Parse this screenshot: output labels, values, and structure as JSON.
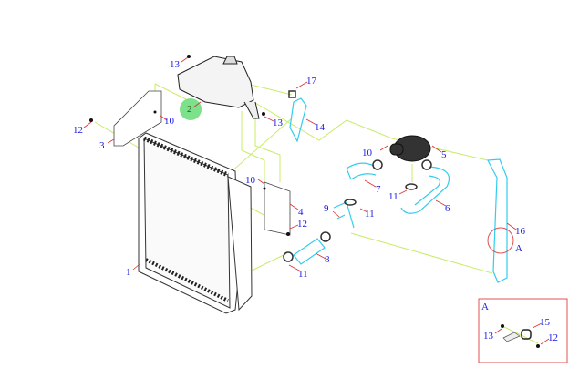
{
  "diagram": {
    "callouts": [
      "13",
      "2",
      "17",
      "10",
      "12",
      "3",
      "13",
      "14",
      "10",
      "5",
      "10",
      "7",
      "11",
      "6",
      "4",
      "9",
      "11",
      "12",
      "16",
      "A",
      "8",
      "1",
      "11"
    ],
    "detail_view": {
      "title": "A",
      "callouts": [
        "13",
        "15",
        "12"
      ]
    },
    "highlighted_part": "2",
    "colors": {
      "leader_lines": "#c8ec6a",
      "hoses": "#33ccee",
      "callout_text": "#1a1ae6",
      "callout_leader": "#e03030",
      "highlight": "#7de08a",
      "detail_frame": "#e05050"
    }
  }
}
